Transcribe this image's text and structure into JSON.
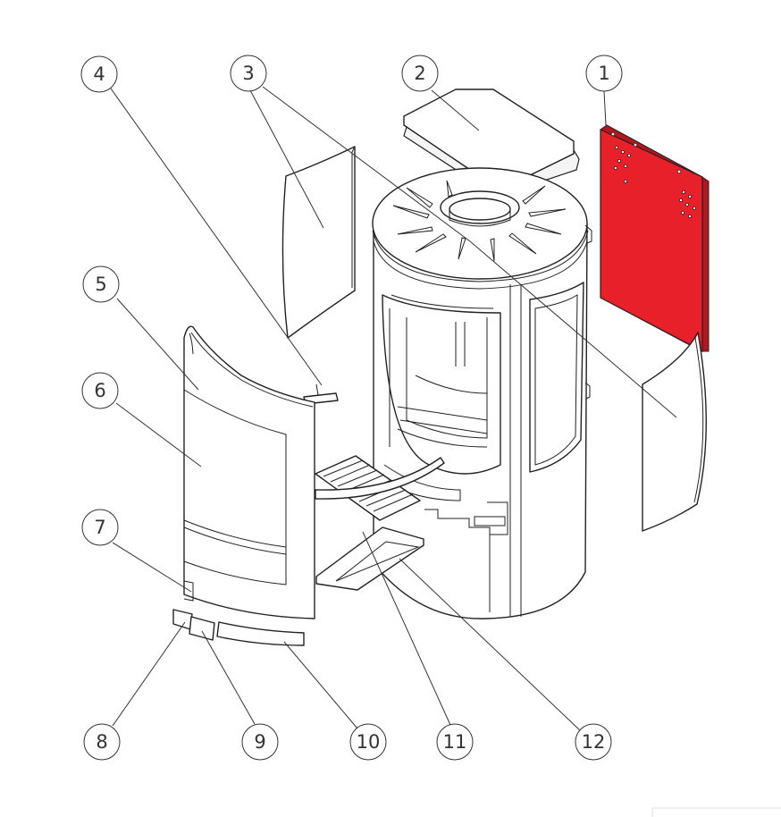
{
  "diagram": {
    "highlight_color": "#e8202a",
    "line_color": "#222222",
    "callouts": [
      {
        "id": "1",
        "label": "1"
      },
      {
        "id": "2",
        "label": "2"
      },
      {
        "id": "3",
        "label": "3"
      },
      {
        "id": "4",
        "label": "4"
      },
      {
        "id": "5",
        "label": "5"
      },
      {
        "id": "6",
        "label": "6"
      },
      {
        "id": "7",
        "label": "7"
      },
      {
        "id": "8",
        "label": "8"
      },
      {
        "id": "9",
        "label": "9"
      },
      {
        "id": "10",
        "label": "10"
      },
      {
        "id": "11",
        "label": "11"
      },
      {
        "id": "12",
        "label": "12"
      }
    ]
  }
}
